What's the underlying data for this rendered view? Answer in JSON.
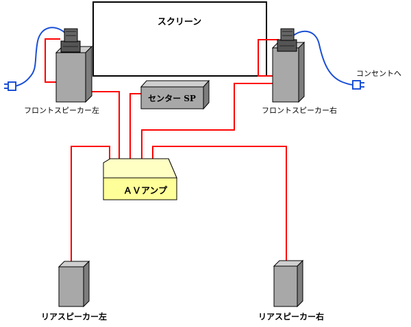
{
  "labels": {
    "screen": "スクリーン",
    "center_speaker": "センター SP",
    "front_left": "フロントスピーカー左",
    "front_right": "フロントスピーカー右",
    "outlet": "コンセントへ",
    "av_amp": "ＡＶアンプ",
    "rear_left": "リアスピーカー左",
    "rear_right": "リアスピーカー右"
  },
  "colors": {
    "speaker_cable": "#ff0000",
    "power_cord": "#1a4fd6",
    "speaker_fill": "#a8a8a8",
    "amp_fill": "#ffff99",
    "outline": "#000000"
  }
}
